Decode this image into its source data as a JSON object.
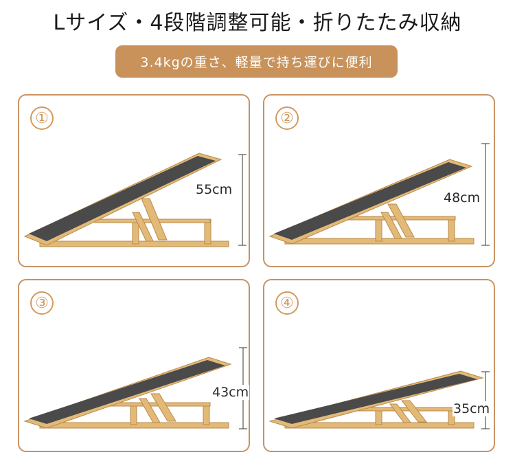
{
  "title": "Lサイズ・4段階調整可能・折りたたみ収納",
  "subtitle": "3.4kgの重さ、軽量で持ち運びに便利",
  "panels": [
    {
      "number": "①",
      "height": "55cm"
    },
    {
      "number": "②",
      "height": "48cm"
    },
    {
      "number": "③",
      "height": "43cm"
    },
    {
      "number": "④",
      "height": "35cm"
    }
  ],
  "colors": {
    "accent": "#c8925a",
    "wood": "#e8c28a",
    "mat": "#4a4a4a"
  }
}
